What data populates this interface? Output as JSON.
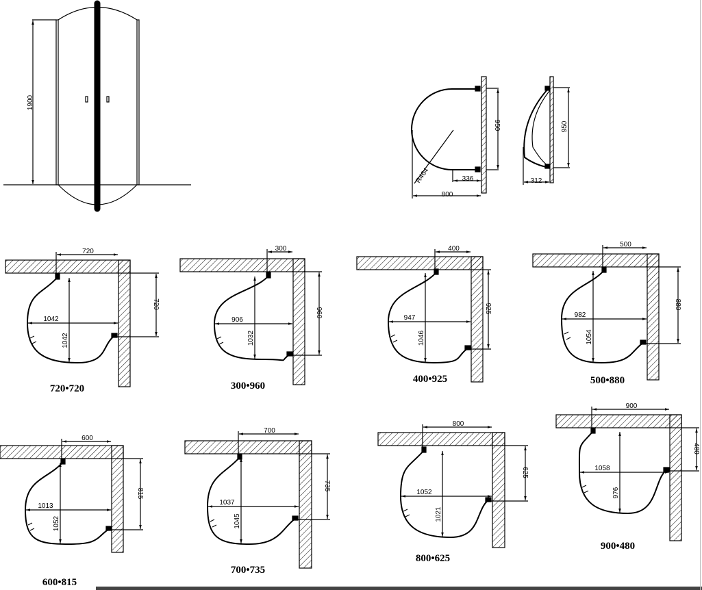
{
  "elevation": {
    "height_label": "1900"
  },
  "top_views": {
    "semicircle": {
      "radius_label": "R464",
      "depth_label": "336",
      "width_label": "800",
      "height_label": "950"
    },
    "folded": {
      "depth_label": "312",
      "height_label": "950"
    }
  },
  "plans": [
    {
      "caption": "720•720",
      "top": "720",
      "right": "720",
      "across": "1042",
      "down": "1042"
    },
    {
      "caption": "300•960",
      "top": "300",
      "right": "960",
      "across": "906",
      "down": "1032"
    },
    {
      "caption": "400•925",
      "top": "400",
      "right": "925",
      "across": "947",
      "down": "1046"
    },
    {
      "caption": "500•880",
      "top": "500",
      "right": "880",
      "across": "982",
      "down": "1054"
    },
    {
      "caption": "600•815",
      "top": "600",
      "right": "815",
      "across": "1013",
      "down": "1052"
    },
    {
      "caption": "700•735",
      "top": "700",
      "right": "735",
      "across": "1037",
      "down": "1045"
    },
    {
      "caption": "800•625",
      "top": "800",
      "right": "625",
      "across": "1052",
      "down": "1021"
    },
    {
      "caption": "900•480",
      "top": "900",
      "right": "480",
      "across": "1058",
      "down": "976"
    }
  ]
}
